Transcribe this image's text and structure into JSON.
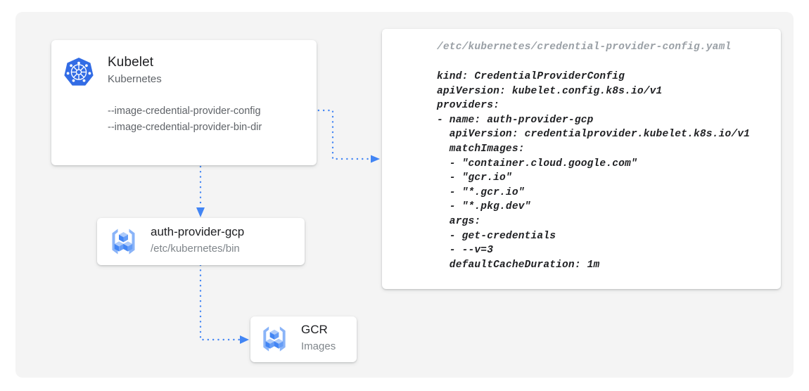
{
  "canvas": {
    "background_color": "#f4f4f4",
    "page_background": "#ffffff"
  },
  "colors": {
    "accent_blue": "#4285f4",
    "icon_light_blue": "#8ab4f8",
    "kubernetes_blue": "#326ce5",
    "text_primary": "#202124",
    "text_secondary": "#5f6368",
    "text_muted": "#80868b"
  },
  "kubelet_card": {
    "icon": "kubernetes-icon",
    "title": "Kubelet",
    "subtitle": "Kubernetes",
    "flags": [
      "--image-credential-provider-config",
      "--image-credential-provider-bin-dir"
    ]
  },
  "auth_provider_card": {
    "icon": "container-registry-icon",
    "title": "auth-provider-gcp",
    "subtitle": "/etc/kubernetes/bin"
  },
  "gcr_card": {
    "icon": "container-registry-icon",
    "title": "GCR",
    "subtitle": "Images"
  },
  "yaml_card": {
    "filepath": "/etc/kubernetes/credential-provider-config.yaml",
    "content": "kind: CredentialProviderConfig\napiVersion: kubelet.config.k8s.io/v1\nproviders:\n- name: auth-provider-gcp\n  apiVersion: credentialprovider.kubelet.k8s.io/v1\n  matchImages:\n  - \"container.cloud.google.com\"\n  - \"gcr.io\"\n  - \"*.gcr.io\"\n  - \"*.pkg.dev\"\n  args:\n  - get-credentials\n  - --v=3\n  defaultCacheDuration: 1m",
    "lines": [
      "kind: CredentialProviderConfig",
      "apiVersion: kubelet.config.k8s.io/v1",
      "providers:",
      "- name: auth-provider-gcp",
      "  apiVersion: credentialprovider.kubelet.k8s.io/v1",
      "  matchImages:",
      "  - \"container.cloud.google.com\"",
      "  - \"gcr.io\"",
      "  - \"*.gcr.io\"",
      "  - \"*.pkg.dev\"",
      "  args:",
      "  - get-credentials",
      "  - --v=3",
      "  defaultCacheDuration: 1m"
    ]
  },
  "connectors": [
    {
      "name": "kubelet-config-to-yaml",
      "from": "kubelet-config-flag",
      "to": "yaml-card",
      "style": "dotted",
      "arrow": true
    },
    {
      "name": "kubelet-to-auth-provider",
      "from": "kubelet-card",
      "to": "auth-provider-card",
      "style": "dotted",
      "arrow": true
    },
    {
      "name": "auth-provider-to-gcr",
      "from": "auth-provider-card",
      "to": "gcr-card",
      "style": "dotted",
      "arrow": true
    }
  ]
}
